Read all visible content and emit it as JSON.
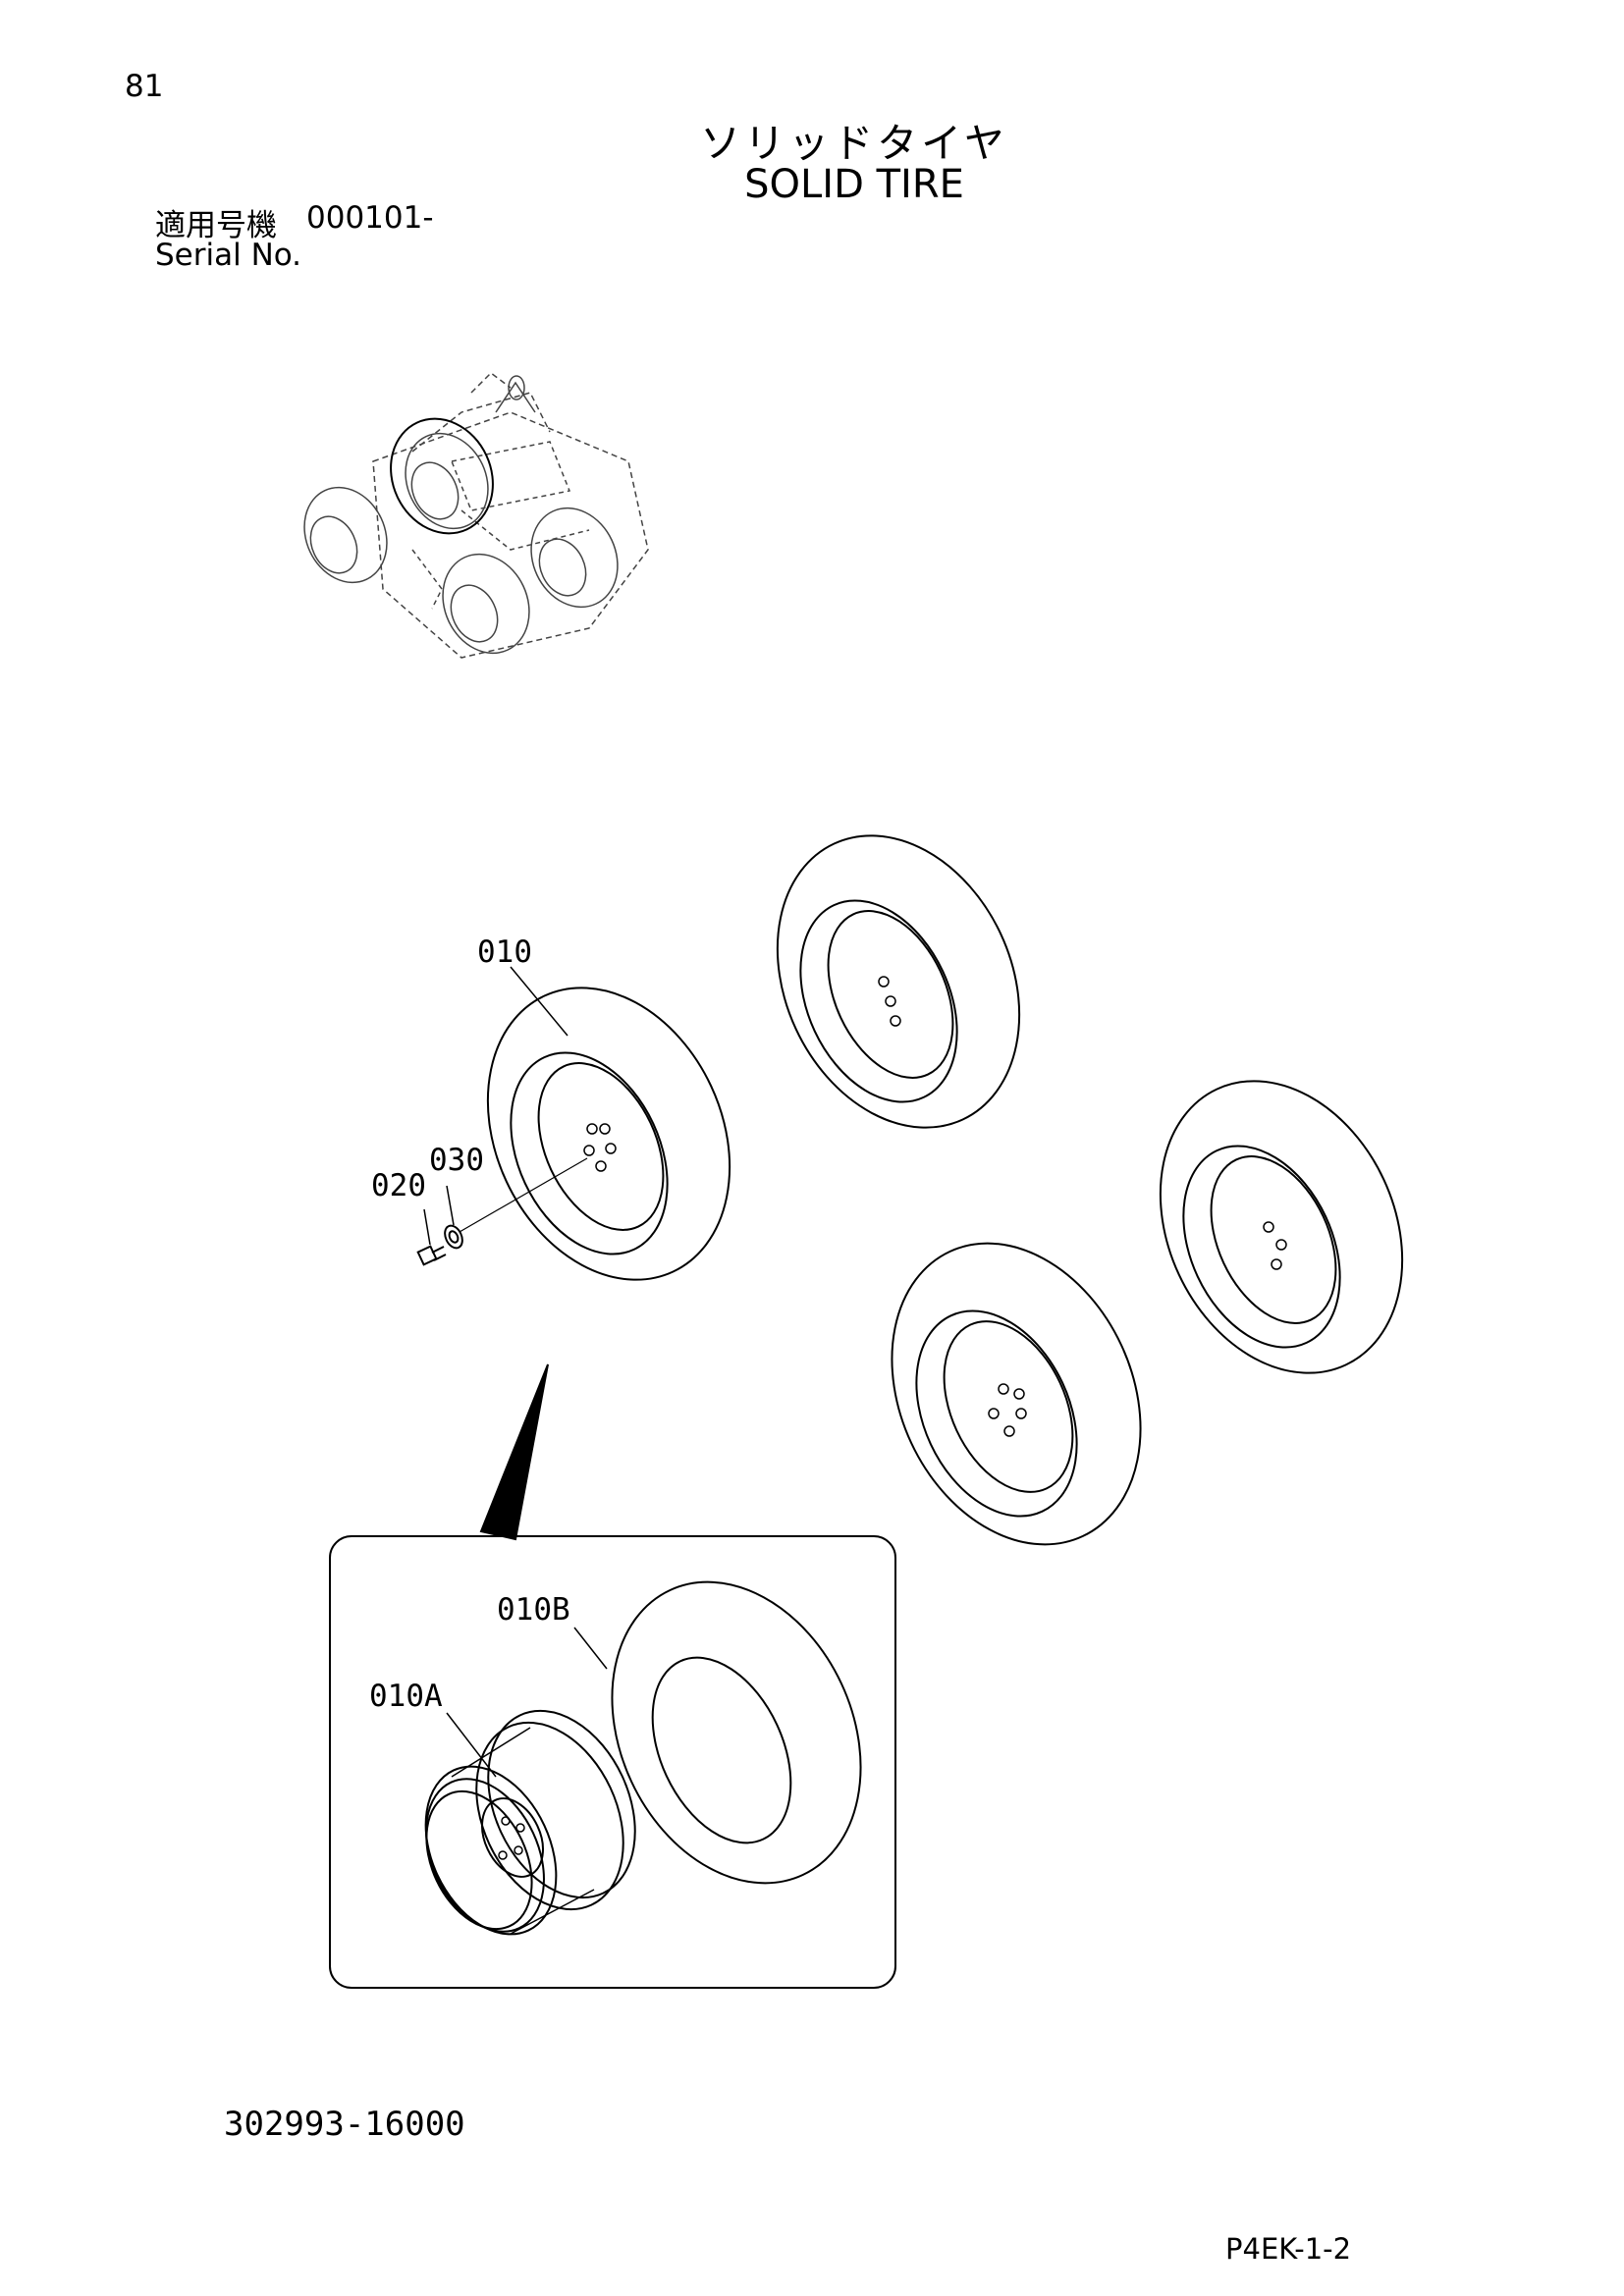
{
  "page": {
    "number": "81",
    "title_ja": "ソリッドタイヤ",
    "title_en": "SOLID TIRE",
    "serial_label_ja": "適用号機",
    "serial_value": "000101-",
    "serial_label_en": "Serial No.",
    "drawing_number": "302993-16000",
    "page_code": "P4EK-1-2"
  },
  "callouts": {
    "c010": "010",
    "c020": "020",
    "c030": "030",
    "c010a": "010A",
    "c010b": "010B"
  }
}
